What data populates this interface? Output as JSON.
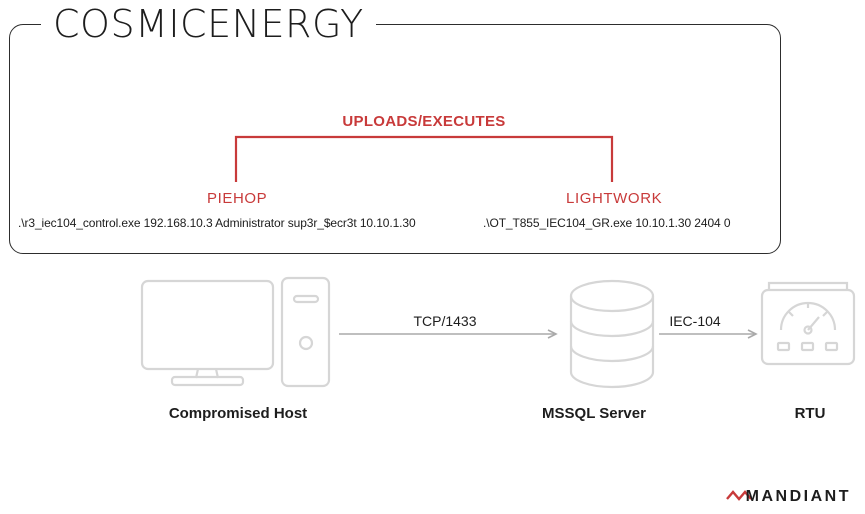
{
  "diagram": {
    "title": "COSMICENERGY",
    "action_label": "UPLOADS/EXECUTES",
    "tools": [
      {
        "name": "PIEHOP",
        "command": ".\\r3_iec104_control.exe 192.168.10.3 Administrator sup3r_$ecr3t 10.10.1.30"
      },
      {
        "name": "LIGHTWORK",
        "command": ".\\OT_T855_IEC104_GR.exe 10.10.1.30 2404 0"
      }
    ],
    "nodes": {
      "host": "Compromised Host",
      "sql": "MSSQL Server",
      "rtu": "RTU"
    },
    "edges": {
      "host_to_sql": "TCP/1433",
      "sql_to_rtu": "IEC-104"
    },
    "brand": "MANDIANT"
  },
  "colors": {
    "accent_red": "#c83a3a",
    "text": "#1d1d1d",
    "icon_gray": "#d6d6d6",
    "arrow_gray": "#aaaaaa"
  }
}
